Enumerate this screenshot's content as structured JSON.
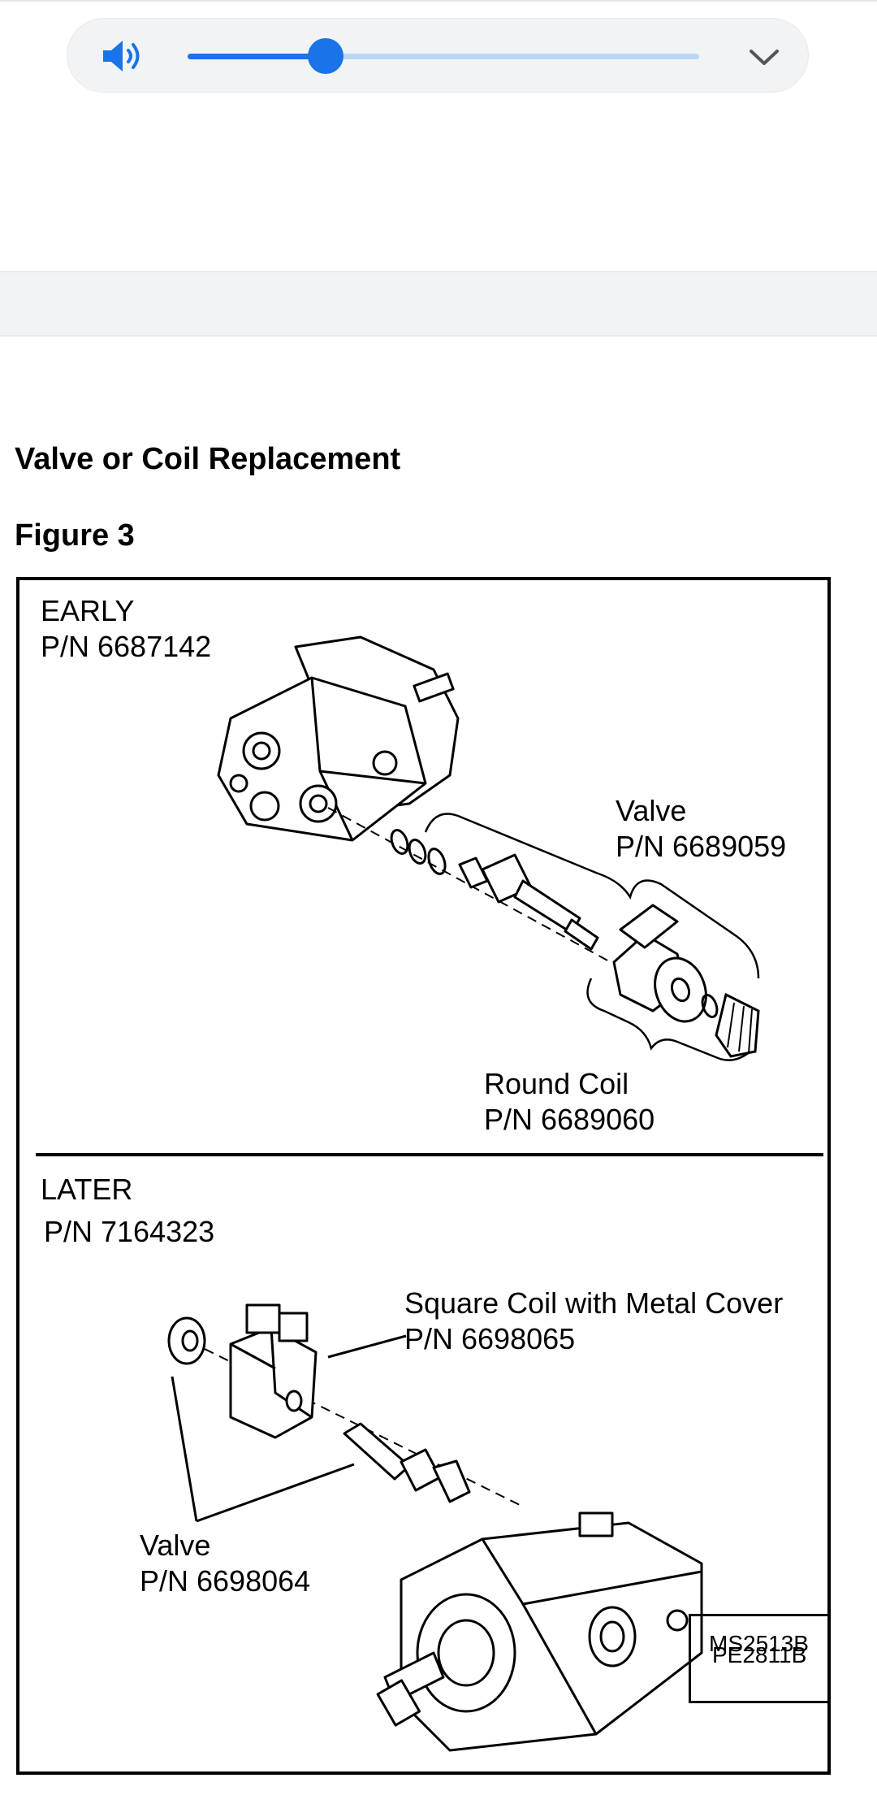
{
  "audio_player": {
    "volume_icon": "speaker-volume-icon",
    "progress": 0.27,
    "menu_icon": "chevron-down-icon",
    "accent_color": "#1a73e8",
    "track_color": "#b8d7f6"
  },
  "document": {
    "section_title": "Valve or Coil Replacement",
    "figure_label": "Figure 3",
    "figure": {
      "early": {
        "header": "EARLY",
        "part_number": "P/N 6687142",
        "valve_label": "Valve",
        "valve_pn": "P/N 6689059",
        "coil_label": "Round Coil",
        "coil_pn": "P/N 6689060"
      },
      "later": {
        "header": "LATER",
        "part_number": "P/N 7164323",
        "coil_label": "Square Coil with Metal Cover",
        "coil_pn": "P/N 6698065",
        "valve_label": "Valve",
        "valve_pn": "P/N 6698064"
      },
      "codes": [
        "MS2513B",
        "PE2811B"
      ]
    }
  }
}
